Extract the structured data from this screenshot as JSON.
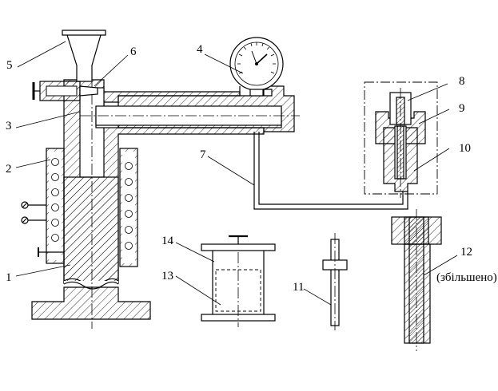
{
  "diagram": {
    "labels": {
      "l1": "1",
      "l2": "2",
      "l3": "3",
      "l4": "4",
      "l5": "5",
      "l6": "6",
      "l7": "7",
      "l8": "8",
      "l9": "9",
      "l10": "10",
      "l11": "11",
      "l12": "12",
      "l13": "13",
      "l14": "14"
    },
    "enlarged_note": "(збільшено)"
  }
}
